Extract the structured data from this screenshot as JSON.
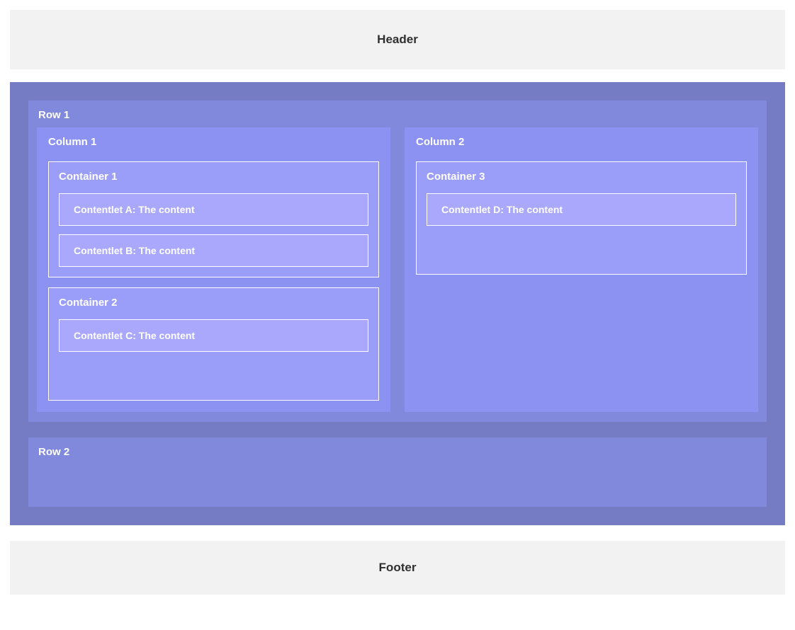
{
  "header": {
    "label": "Header"
  },
  "footer": {
    "label": "Footer"
  },
  "colors": {
    "band_background": "#f3f2f3",
    "band_text": "#2f2f2f",
    "body_background": "#757cc4",
    "row_background": "#8189dd",
    "column_background": "#8b92f2",
    "container_background": "#9b9ef9",
    "contentlet_background": "#aaa8fc",
    "label_text": "#ffffff",
    "border": "#ffffff"
  },
  "body": {
    "rows": [
      {
        "label": "Row 1",
        "columns": [
          {
            "label": "Column 1",
            "containers": [
              {
                "label": "Container 1",
                "contentlets": [
                  {
                    "label": "Contentlet A: The content"
                  },
                  {
                    "label": "Contentlet B: The content"
                  }
                ]
              },
              {
                "label": "Container 2",
                "contentlets": [
                  {
                    "label": "Contentlet C: The content"
                  }
                ]
              }
            ]
          },
          {
            "label": "Column 2",
            "containers": [
              {
                "label": "Container 3",
                "contentlets": [
                  {
                    "label": "Contentlet D: The content"
                  }
                ]
              }
            ]
          }
        ]
      },
      {
        "label": "Row 2",
        "columns": []
      }
    ]
  }
}
